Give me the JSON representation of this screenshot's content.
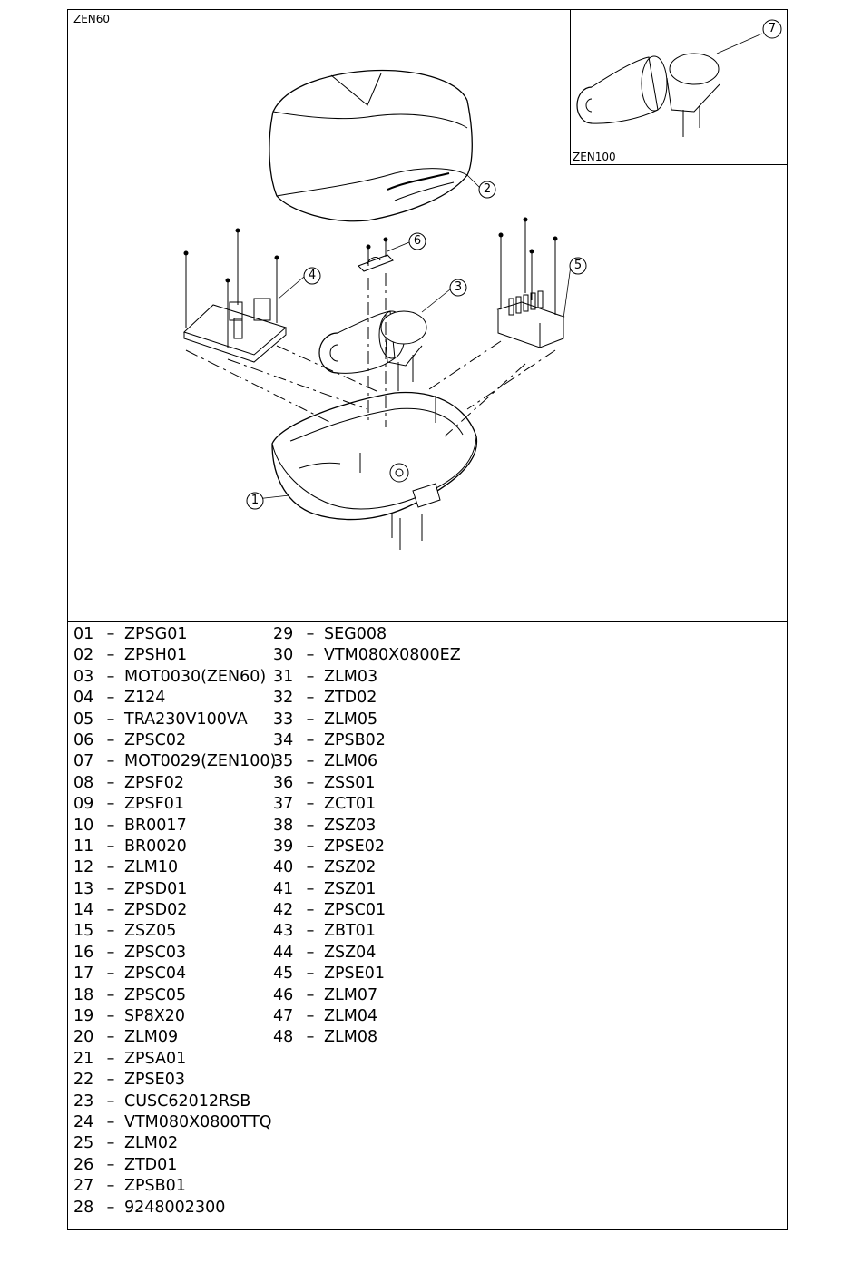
{
  "drawing": {
    "model_label": "ZEN60",
    "inset_label": "ZEN100",
    "callouts": [
      {
        "id": "c1",
        "label": "1"
      },
      {
        "id": "c2",
        "label": "2"
      },
      {
        "id": "c3",
        "label": "3"
      },
      {
        "id": "c4",
        "label": "4"
      },
      {
        "id": "c5",
        "label": "5"
      },
      {
        "id": "c6",
        "label": "6"
      },
      {
        "id": "c7",
        "label": "7"
      }
    ]
  },
  "parts_list": {
    "separator": "–",
    "column_a": [
      {
        "num": "01",
        "code": "ZPSG01"
      },
      {
        "num": "02",
        "code": "ZPSH01"
      },
      {
        "num": "03",
        "code": "MOT0030(ZEN60)"
      },
      {
        "num": "04",
        "code": "Z124"
      },
      {
        "num": "05",
        "code": "TRA230V100VA"
      },
      {
        "num": "06",
        "code": "ZPSC02"
      },
      {
        "num": "07",
        "code": "MOT0029(ZEN100)"
      },
      {
        "num": "08",
        "code": "ZPSF02"
      },
      {
        "num": "09",
        "code": "ZPSF01"
      },
      {
        "num": "10",
        "code": "BR0017"
      },
      {
        "num": "11",
        "code": "BR0020"
      },
      {
        "num": "12",
        "code": "ZLM10"
      },
      {
        "num": "13",
        "code": "ZPSD01"
      },
      {
        "num": "14",
        "code": "ZPSD02"
      },
      {
        "num": "15",
        "code": "ZSZ05"
      },
      {
        "num": "16",
        "code": "ZPSC03"
      },
      {
        "num": "17",
        "code": "ZPSC04"
      },
      {
        "num": "18",
        "code": "ZPSC05"
      },
      {
        "num": "19",
        "code": "SP8X20"
      },
      {
        "num": "20",
        "code": "ZLM09"
      },
      {
        "num": "21",
        "code": "ZPSA01"
      },
      {
        "num": "22",
        "code": "ZPSE03"
      },
      {
        "num": "23",
        "code": "CUSC62012RSB"
      },
      {
        "num": "24",
        "code": "VTM080X0800TTQ"
      },
      {
        "num": "25",
        "code": "ZLM02"
      },
      {
        "num": "26",
        "code": "ZTD01"
      },
      {
        "num": "27",
        "code": "ZPSB01"
      },
      {
        "num": "28",
        "code": "9248002300"
      }
    ],
    "column_b": [
      {
        "num": "29",
        "code": "SEG008"
      },
      {
        "num": "30",
        "code": "VTM080X0800EZ"
      },
      {
        "num": "31",
        "code": "ZLM03"
      },
      {
        "num": "32",
        "code": "ZTD02"
      },
      {
        "num": "33",
        "code": "ZLM05"
      },
      {
        "num": "34",
        "code": "ZPSB02"
      },
      {
        "num": "35",
        "code": "ZLM06"
      },
      {
        "num": "36",
        "code": "ZSS01"
      },
      {
        "num": "37",
        "code": "ZCT01"
      },
      {
        "num": "38",
        "code": "ZSZ03"
      },
      {
        "num": "39",
        "code": "ZPSE02"
      },
      {
        "num": "40",
        "code": "ZSZ02"
      },
      {
        "num": "41",
        "code": "ZSZ01"
      },
      {
        "num": "42",
        "code": "ZPSC01"
      },
      {
        "num": "43",
        "code": "ZBT01"
      },
      {
        "num": "44",
        "code": "ZSZ04"
      },
      {
        "num": "45",
        "code": "ZPSE01"
      },
      {
        "num": "46",
        "code": "ZLM07"
      },
      {
        "num": "47",
        "code": "ZLM04"
      },
      {
        "num": "48",
        "code": "ZLM08"
      }
    ]
  }
}
